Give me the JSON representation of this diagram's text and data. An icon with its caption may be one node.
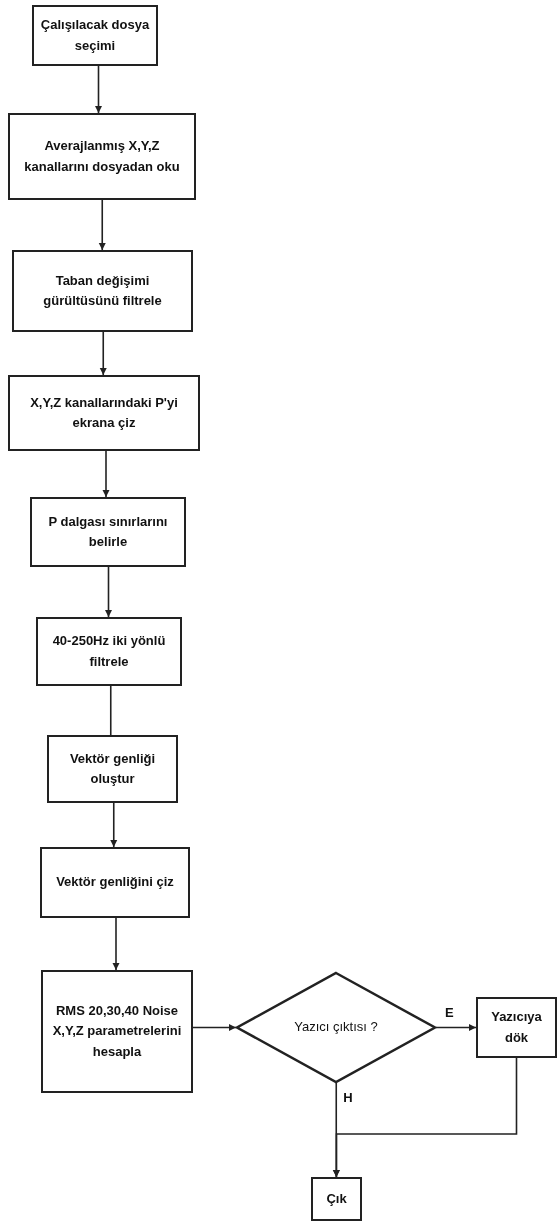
{
  "diagram": {
    "nodes": [
      {
        "text": [
          "Çalışılacak dosya seçimi"
        ]
      },
      {
        "text": [
          "Averajlanmış X,Y,Z kanallarını dosyadan oku"
        ]
      },
      {
        "text": [
          "Taban değişimi gürültüsünü filtrele"
        ]
      },
      {
        "text": [
          "X,Y,Z kanallarındaki P'yi ekrana çiz"
        ]
      },
      {
        "text": [
          "P dalgası sınırlarını belirle"
        ]
      },
      {
        "text": [
          "40-250Hz iki yönlü filtrele"
        ]
      },
      {
        "text": [
          "Vektör genliği oluştur"
        ]
      },
      {
        "text": [
          "Vektör genliğini çiz"
        ]
      },
      {
        "text": [
          "RMS 20,30,40 Noise X,Y,Z parametrelerini hesapla"
        ]
      },
      {
        "text": [
          "Yazıcı çıktısı ?"
        ]
      },
      {
        "text": [
          "Yazıcıya dök"
        ]
      },
      {
        "text": [
          "Çık"
        ]
      }
    ],
    "edges": [
      {
        "from": 0,
        "to": 1,
        "arrow": "to"
      },
      {
        "from": 1,
        "to": 2,
        "arrow": "to"
      },
      {
        "from": 2,
        "to": 3,
        "arrow": "to"
      },
      {
        "from": 3,
        "to": 4,
        "arrow": "to"
      },
      {
        "from": 4,
        "to": 5,
        "arrow": "to"
      },
      {
        "from": 5,
        "to": 6,
        "arrow": "none"
      },
      {
        "from": 6,
        "to": 7,
        "arrow": "to"
      },
      {
        "from": 7,
        "to": 8,
        "arrow": "to"
      },
      {
        "from": 8,
        "to": 9,
        "arrow": "to"
      },
      {
        "from": 9,
        "to": 10,
        "arrow": "to",
        "label": "E"
      },
      {
        "from": 9,
        "to": 11,
        "arrow": "to",
        "label": "H"
      },
      {
        "from": 10,
        "to": 11,
        "arrow": "to"
      }
    ]
  }
}
